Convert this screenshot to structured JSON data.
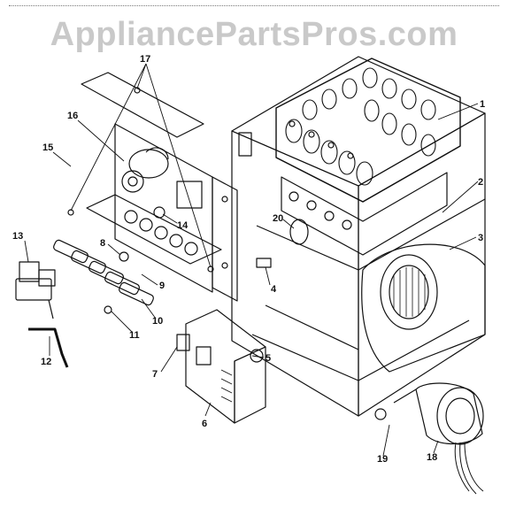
{
  "watermark": "AppliancePartsPros.com",
  "callouts": [
    "1",
    "2",
    "3",
    "4",
    "5",
    "6",
    "7",
    "8",
    "9",
    "10",
    "11",
    "12",
    "13",
    "14",
    "15",
    "16",
    "17",
    "18",
    "19",
    "20"
  ],
  "colors": {
    "line": "#111111",
    "watermark": "#c9c9c9",
    "background": "#ffffff"
  }
}
